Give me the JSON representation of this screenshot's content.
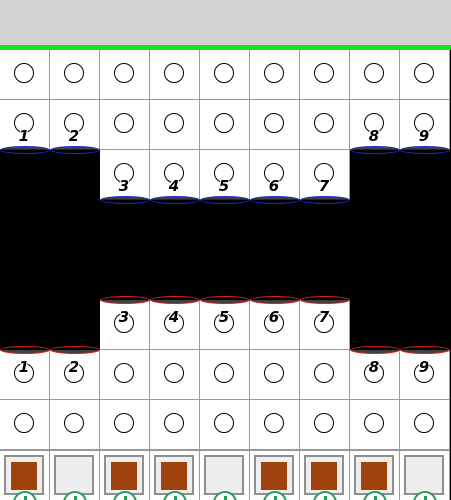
{
  "colors": {
    "top_bar": "#d3d3d3",
    "top_bar_accent": "#22dd22",
    "board_background": "#000000",
    "upper_disc_outline": "#1a2ccc",
    "lower_disc_outline": "#e02020",
    "filled_tray": "#a0420d",
    "token_outline": "#2a9a5c"
  },
  "upper_player": {
    "pips": [
      {
        "value": "1",
        "depth": 2
      },
      {
        "value": "2",
        "depth": 2
      },
      {
        "value": "3",
        "depth": 3
      },
      {
        "value": "4",
        "depth": 3
      },
      {
        "value": "5",
        "depth": 3
      },
      {
        "value": "6",
        "depth": 3
      },
      {
        "value": "7",
        "depth": 3
      },
      {
        "value": "8",
        "depth": 2
      },
      {
        "value": "9",
        "depth": 2
      }
    ]
  },
  "lower_player": {
    "pips": [
      {
        "value": "1",
        "depth": 2
      },
      {
        "value": "2",
        "depth": 2
      },
      {
        "value": "3",
        "depth": 3
      },
      {
        "value": "4",
        "depth": 3
      },
      {
        "value": "5",
        "depth": 3
      },
      {
        "value": "6",
        "depth": 3
      },
      {
        "value": "7",
        "depth": 3
      },
      {
        "value": "8",
        "depth": 2
      },
      {
        "value": "9",
        "depth": 2
      }
    ]
  },
  "trays": [
    {
      "filled": true
    },
    {
      "filled": false
    },
    {
      "filled": true
    },
    {
      "filled": true
    },
    {
      "filled": false
    },
    {
      "filled": true
    },
    {
      "filled": true
    },
    {
      "filled": true
    },
    {
      "filled": false
    }
  ]
}
